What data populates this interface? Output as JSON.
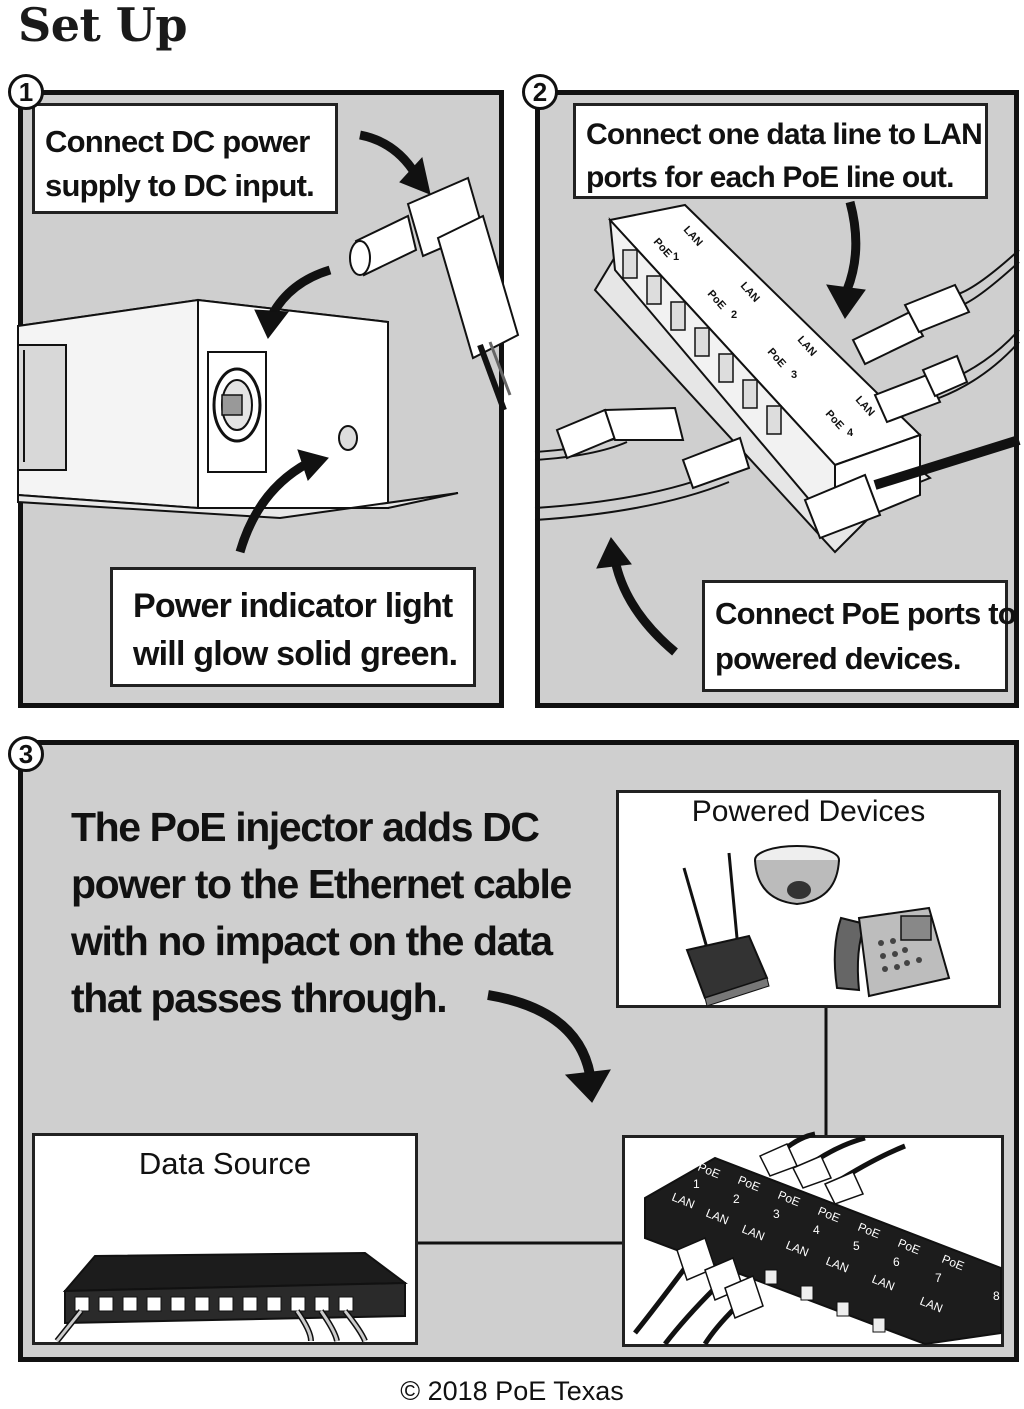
{
  "title": "Set Up",
  "steps": [
    {
      "number": "1",
      "callouts": [
        {
          "lines": [
            "Connect DC power",
            "supply to DC input."
          ]
        },
        {
          "lines": [
            "Power indicator light",
            "will glow solid green."
          ]
        }
      ]
    },
    {
      "number": "2",
      "callouts": [
        {
          "lines": [
            "Connect one data line to LAN",
            "ports for each PoE line out."
          ]
        },
        {
          "lines": [
            "Connect PoE ports to",
            "powered  devices."
          ]
        }
      ],
      "port_labels": {
        "poe": "PoE",
        "lan": "LAN",
        "numbers": [
          "1",
          "2",
          "3",
          "4"
        ]
      }
    },
    {
      "number": "3",
      "description_lines": [
        "The PoE injector adds DC",
        "power to the Ethernet cable",
        "with no impact on the data",
        "that passes through."
      ],
      "powered_devices_label": "Powered Devices",
      "data_source_label": "Data Source",
      "injector_labels": {
        "poe": "PoE",
        "lan": "LAN",
        "numbers": [
          "1",
          "2",
          "3",
          "4",
          "5",
          "6",
          "7",
          "8"
        ]
      }
    }
  ],
  "copyright": "© 2018 PoE Texas",
  "colors": {
    "panel_bg": "#cfcfcf",
    "border": "#111111",
    "device_dark": "#1c1c1c"
  }
}
